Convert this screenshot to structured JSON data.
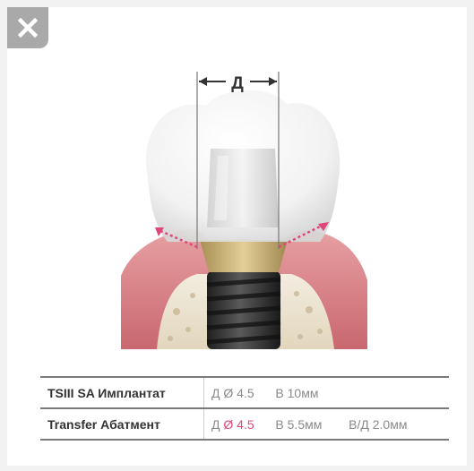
{
  "close_button": {
    "icon": "close-icon",
    "label": ""
  },
  "illustration": {
    "dimension_label": "Д",
    "colors": {
      "crown": "#f4f4f4",
      "gum": "#d98a90",
      "abutment_collar": "#c9b27a",
      "implant": "#3a3a3a",
      "arrows": "#e0457b"
    }
  },
  "specs": [
    {
      "name": "TSIII SA Имплантат",
      "d_label": "Д",
      "d_symbol": "Ø",
      "d_value": "4.5",
      "h_label": "В",
      "h_value": "10мм"
    },
    {
      "name": "Transfer Абатмент",
      "d_label": "Д",
      "d_symbol": "Ø",
      "d_value": "4.5",
      "h_label": "В",
      "h_value": "5.5мм",
      "gh_label": "В/Д",
      "gh_value": "2.0мм"
    }
  ]
}
